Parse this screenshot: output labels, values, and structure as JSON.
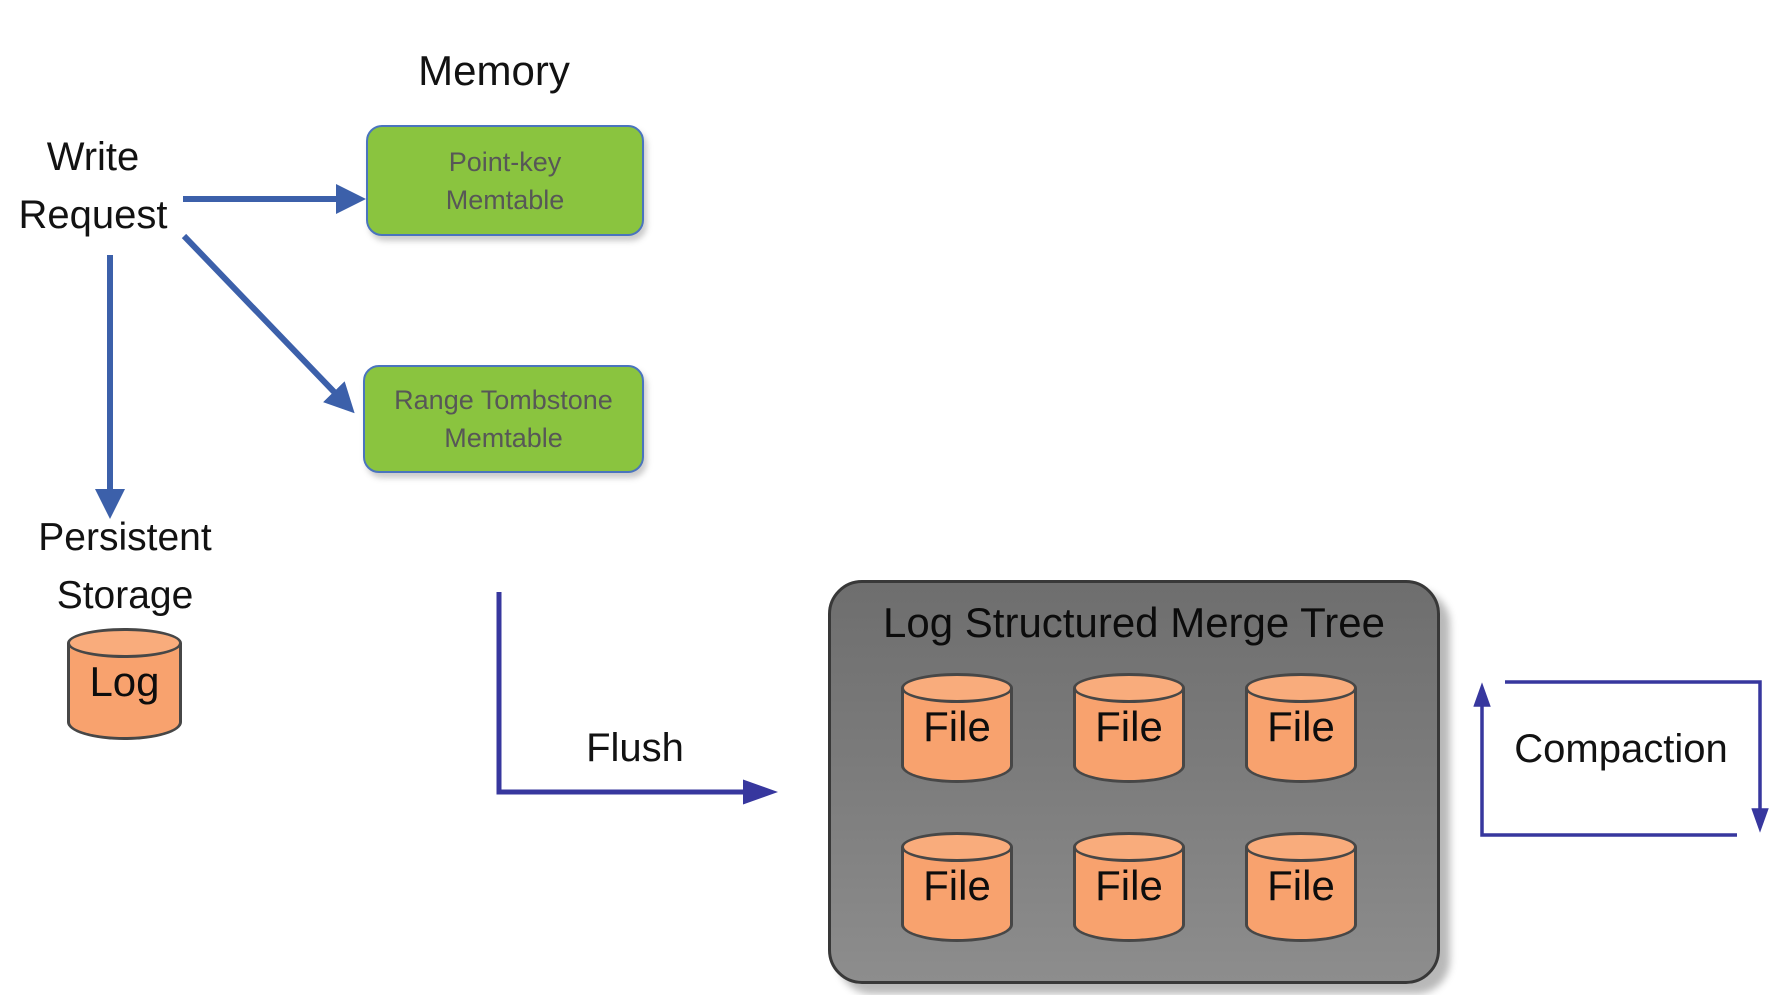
{
  "diagram": {
    "memory_label": "Memory",
    "write_request": {
      "line1": "Write",
      "line2": "Request"
    },
    "point_key_memtable": {
      "line1": "Point-key",
      "line2": "Memtable"
    },
    "range_tombstone_memtable": {
      "line1": "Range Tombstone",
      "line2": "Memtable"
    },
    "persistent_storage": {
      "line1": "Persistent",
      "line2": "Storage"
    },
    "log_cylinder_label": "Log",
    "flush_label": "Flush",
    "compaction_label": "Compaction",
    "lsm_tree": {
      "title": "Log Structured Merge Tree",
      "files": [
        "File",
        "File",
        "File",
        "File",
        "File",
        "File"
      ]
    },
    "colors": {
      "memtable_green": "#8AC43F",
      "memtable_border_blue": "#4A74BE",
      "memtable_text_gray": "#575757",
      "cylinder_orange": "#F8A26E",
      "cylinder_top_orange": "#F9AC7C",
      "cylinder_border_gray": "#474747",
      "lsm_box_gray": "#7B7B7B",
      "lsm_box_border": "#383838",
      "write_arrow_steel_blue": "#3C60AA",
      "flush_compaction_arrow_indigo": "#37379E",
      "label_black": "#121212"
    }
  }
}
